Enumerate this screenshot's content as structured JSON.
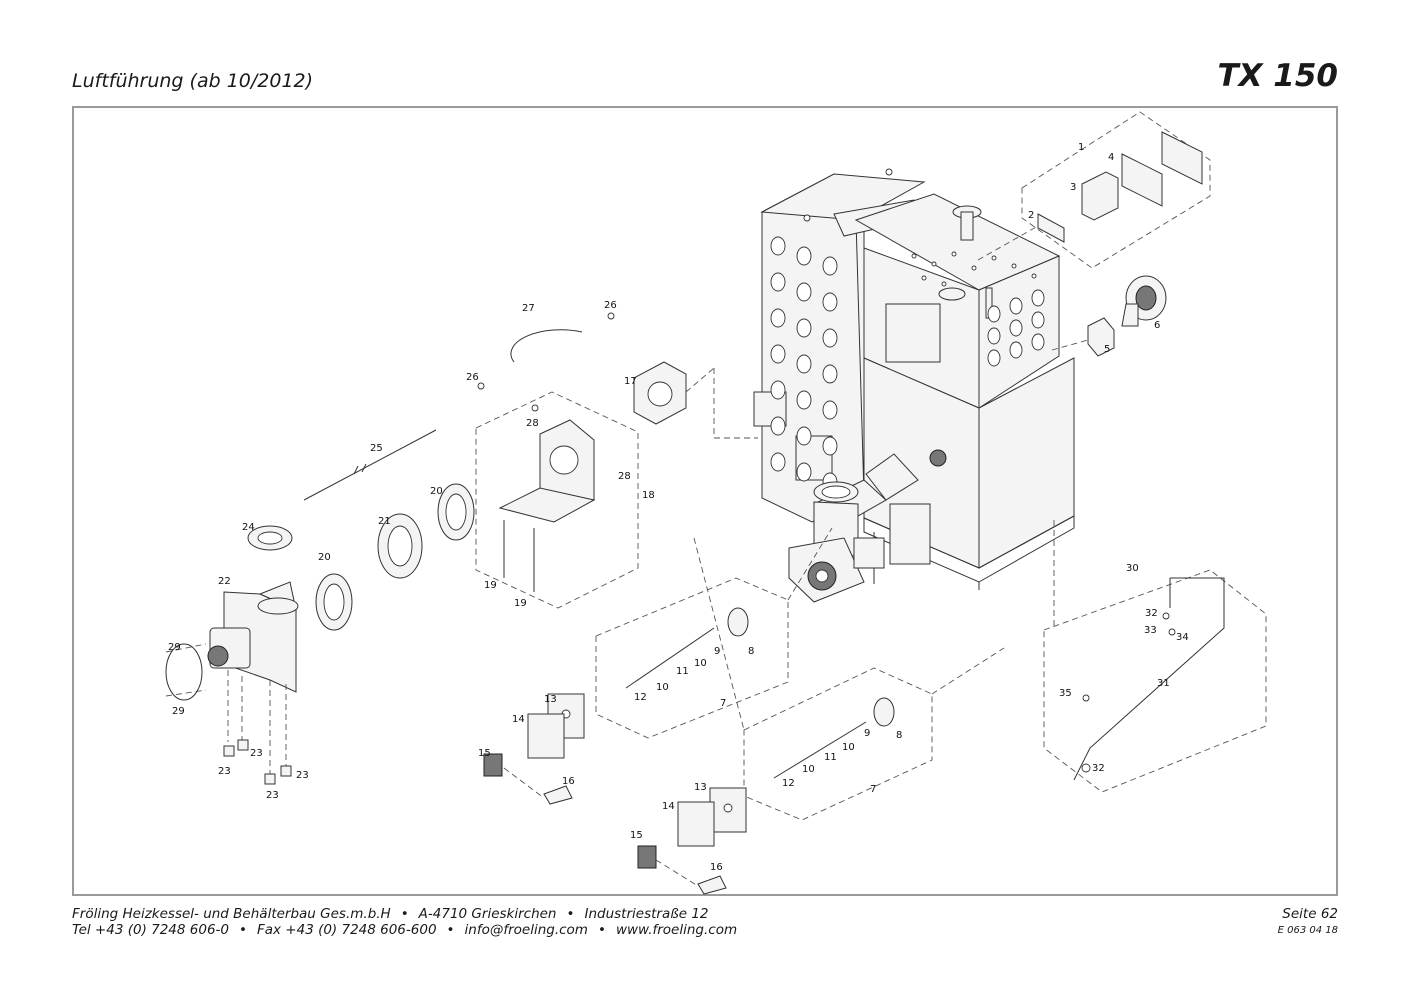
{
  "header": {
    "title": "Luftführung (ab 10/2012)",
    "model": "TX 150"
  },
  "footer": {
    "company": "Fröling Heizkessel- und Behälterbau Ges.m.b.H",
    "address": "A-4710 Grieskirchen",
    "street": "Industriestraße 12",
    "tel": "Tel +43 (0) 7248 606-0",
    "fax": "Fax +43 (0) 7248 606-600",
    "email": "info@froeling.com",
    "web": "www.froeling.com",
    "page": "Seite 62",
    "doc_code": "E 063 04 18",
    "separator": "•"
  },
  "parts": {
    "p1": "1",
    "p2": "2",
    "p3": "3",
    "p4": "4",
    "p5": "5",
    "p6": "6",
    "p7": "7",
    "p8": "8",
    "p9": "9",
    "p10": "10",
    "p11": "11",
    "p12": "12",
    "p13": "13",
    "p14": "14",
    "p15": "15",
    "p16": "16",
    "p17": "17",
    "p18": "18",
    "p19": "19",
    "p20": "20",
    "p21": "21",
    "p22": "22",
    "p23": "23",
    "p24": "24",
    "p25": "25",
    "p26": "26",
    "p27": "27",
    "p28": "28",
    "p29": "29",
    "p30": "30",
    "p31": "31",
    "p32": "32",
    "p33": "33",
    "p34": "34",
    "p35": "35"
  }
}
